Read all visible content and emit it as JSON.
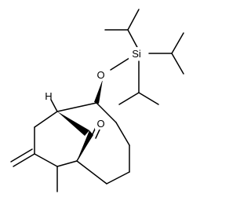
{
  "molecule": {
    "atoms": {
      "o_ether": "O",
      "si": "Si",
      "h": "H",
      "o_ketone": "O"
    }
  },
  "colors": {
    "bond": "#000000",
    "background": "#ffffff"
  }
}
